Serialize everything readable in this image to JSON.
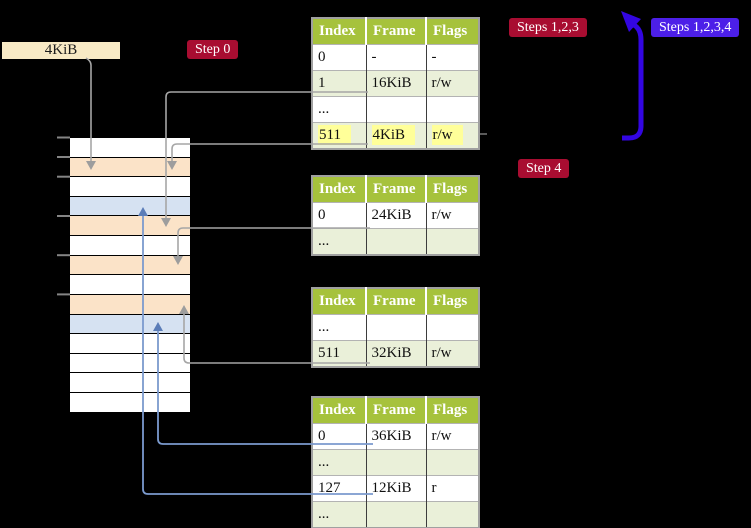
{
  "frame_label": {
    "text": "4KiB"
  },
  "badges": {
    "step0": {
      "text": "Step 0",
      "color": "#a80d31"
    },
    "steps123": {
      "text": "Steps 1,2,3",
      "color": "#a80d31"
    },
    "steps1234": {
      "text": "Steps 1,2,3,4",
      "color": "#4c1fe8"
    },
    "step4": {
      "text": "Step 4",
      "color": "#a80d31"
    }
  },
  "tables": [
    {
      "headers": [
        "Index",
        "Frame",
        "Flags"
      ],
      "rows": [
        {
          "cells": [
            "0",
            "-",
            "-"
          ],
          "shade": false,
          "highlight": false
        },
        {
          "cells": [
            "1",
            "16KiB",
            "r/w"
          ],
          "shade": true,
          "highlight": false
        },
        {
          "cells": [
            "...",
            "",
            ""
          ],
          "shade": false,
          "highlight": false
        },
        {
          "cells": [
            "511",
            "4KiB",
            "r/w"
          ],
          "shade": true,
          "highlight": true
        }
      ]
    },
    {
      "headers": [
        "Index",
        "Frame",
        "Flags"
      ],
      "rows": [
        {
          "cells": [
            "0",
            "24KiB",
            "r/w"
          ],
          "shade": false,
          "highlight": false
        },
        {
          "cells": [
            "...",
            "",
            ""
          ],
          "shade": true,
          "highlight": false
        }
      ]
    },
    {
      "headers": [
        "Index",
        "Frame",
        "Flags"
      ],
      "rows": [
        {
          "cells": [
            "...",
            "",
            ""
          ],
          "shade": false,
          "highlight": false
        },
        {
          "cells": [
            "511",
            "32KiB",
            "r/w"
          ],
          "shade": true,
          "highlight": false
        }
      ]
    },
    {
      "headers": [
        "Index",
        "Frame",
        "Flags"
      ],
      "rows": [
        {
          "cells": [
            "0",
            "36KiB",
            "r/w"
          ],
          "shade": false,
          "highlight": false
        },
        {
          "cells": [
            "...",
            "",
            ""
          ],
          "shade": true,
          "highlight": false
        },
        {
          "cells": [
            "127",
            "12KiB",
            "r"
          ],
          "shade": false,
          "highlight": false
        },
        {
          "cells": [
            "...",
            "",
            ""
          ],
          "shade": true,
          "highlight": false
        }
      ]
    }
  ],
  "memory": {
    "rows": [
      "white",
      "peach",
      "white",
      "blue",
      "peach",
      "white",
      "peach",
      "white",
      "peach",
      "blue",
      "white",
      "white",
      "white",
      "white"
    ],
    "tick_row_boundaries": [
      0,
      1,
      2,
      4,
      6,
      8
    ]
  },
  "colors": {
    "memory": {
      "white": "#ffffff",
      "peach": "#fbe3c8",
      "blue": "#d6e2f2"
    },
    "table_header": "#a6c23c",
    "table_shade": "#eaf0d9",
    "highlight": "#ffff99",
    "gray_arrow": "#a6a6a6",
    "blue_connector": "#7b9ace",
    "big_arrow": "#3306e2",
    "badge_red": "#a80d31",
    "badge_purple": "#4c1fe8",
    "frame_label_bg": "#f8eac5"
  }
}
